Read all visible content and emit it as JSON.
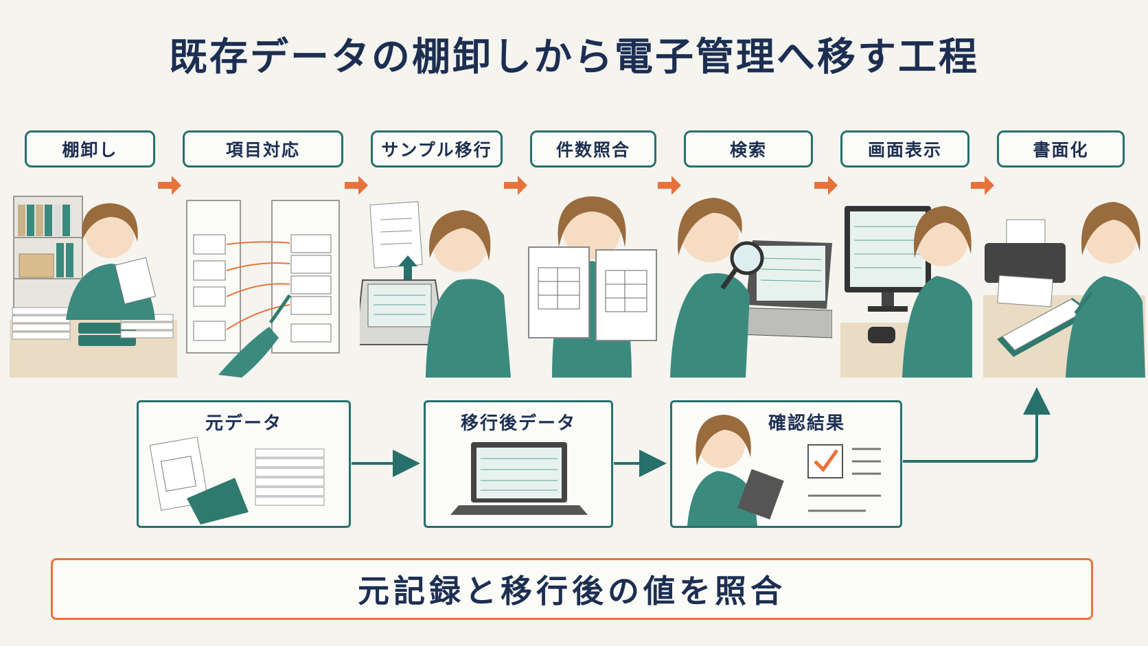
{
  "title": "既存データの棚卸しから電子管理へ移す工程",
  "steps": [
    {
      "label": "棚卸し"
    },
    {
      "label": "項目対応"
    },
    {
      "label": "サンプル移行"
    },
    {
      "label": "件数照合"
    },
    {
      "label": "検索"
    },
    {
      "label": "画面表示"
    },
    {
      "label": "書面化"
    }
  ],
  "bottom": [
    {
      "label": "元データ"
    },
    {
      "label": "移行後データ"
    },
    {
      "label": "確認結果"
    }
  ],
  "banner": "元記録と移行後の値を照合",
  "colors": {
    "accent_teal": "#27706b",
    "accent_orange": "#e8733a",
    "navy_text": "#1c2f52",
    "background": "#f5f4ef"
  }
}
